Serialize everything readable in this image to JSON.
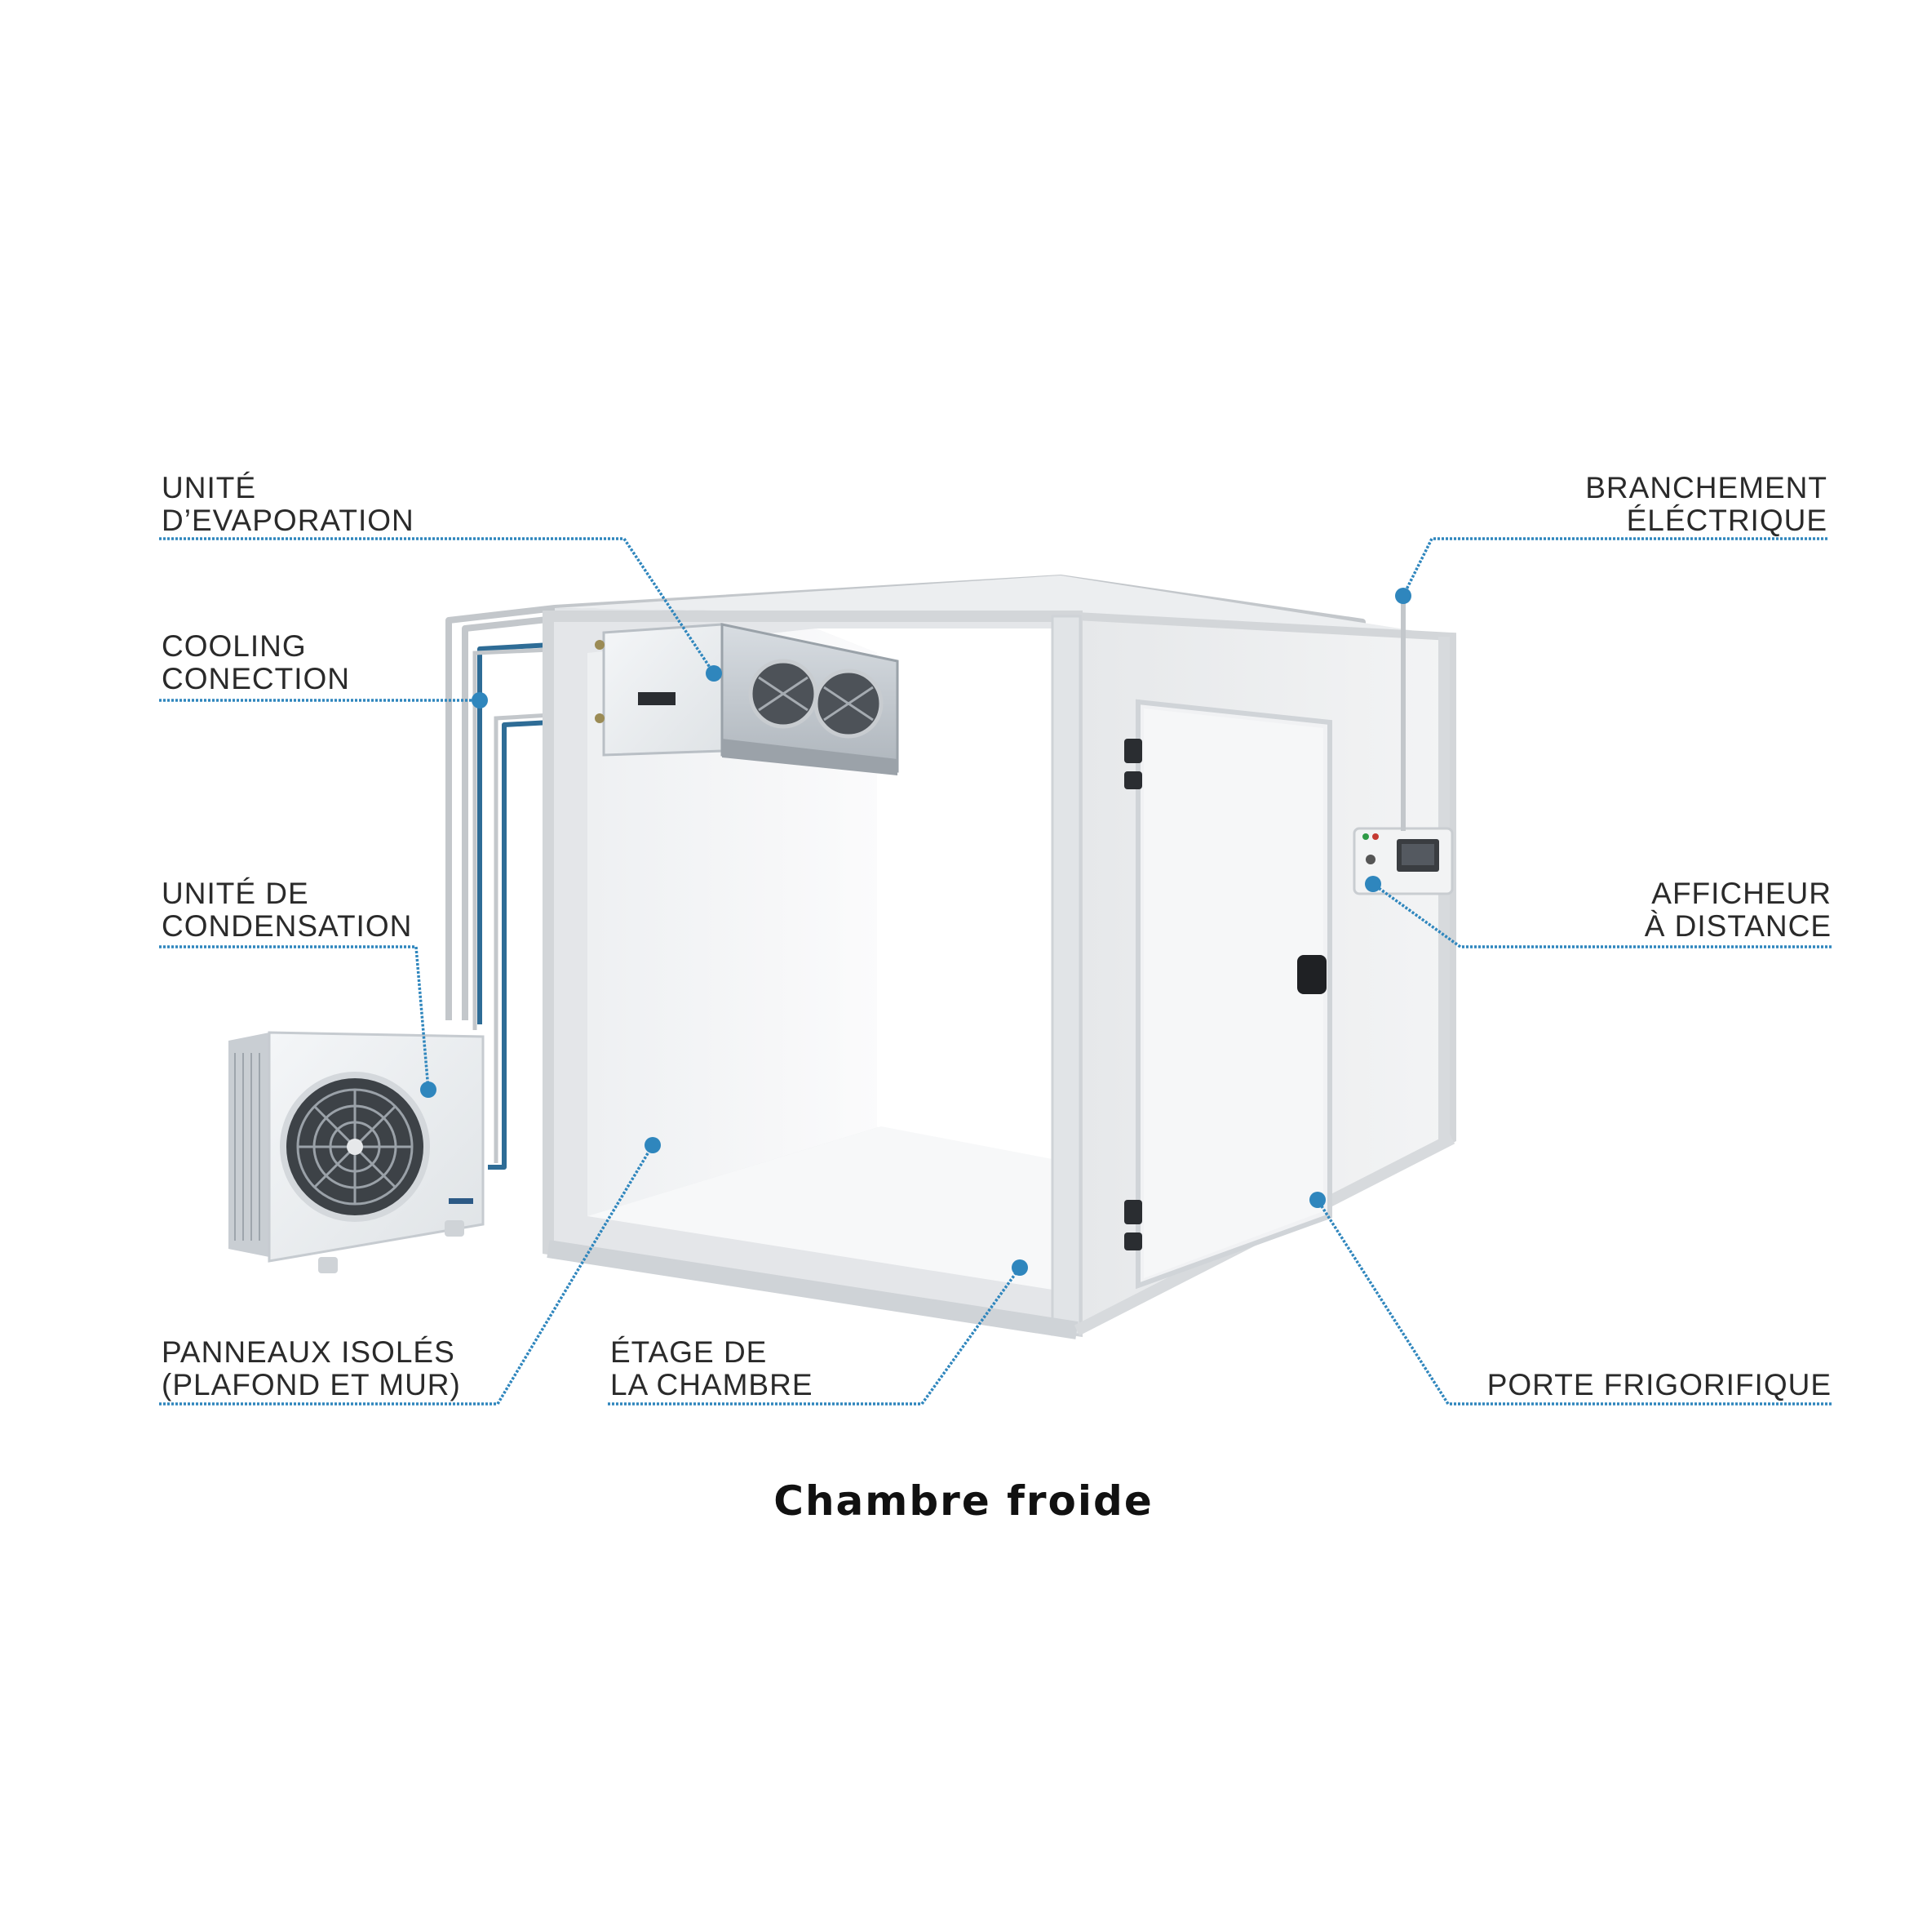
{
  "title": "Chambre froide",
  "labels": {
    "evaporation": {
      "l1": "UNITÉ",
      "l2": "D’EVAPORATION"
    },
    "cooling": {
      "l1": "COOLING",
      "l2": "CONECTION"
    },
    "condensation": {
      "l1": "UNITÉ DE",
      "l2": "CONDENSATION"
    },
    "panneaux": {
      "l1": "PANNEAUX ISOLÉS",
      "l2": "(PLAFOND ET MUR)"
    },
    "etage": {
      "l1": "ÉTAGE DE",
      "l2": "LA CHAMBRE"
    },
    "branchement": {
      "l1": "BRANCHEMENT",
      "l2": "ÉLÉCTRIQUE"
    },
    "afficheur": {
      "l1": "AFFICHEUR",
      "l2": "À DISTANCE"
    },
    "porte": {
      "l1": "PORTE FRIGORIFIQUE"
    }
  },
  "colors": {
    "leader": "#2f86bd",
    "panel": "#eceef0",
    "frame": "#d3d6d9",
    "pipe": "#c3c7cb"
  },
  "icons": [
    "evaporator-fan-icon",
    "condenser-fan-icon",
    "door-handle-icon",
    "display-icon"
  ]
}
